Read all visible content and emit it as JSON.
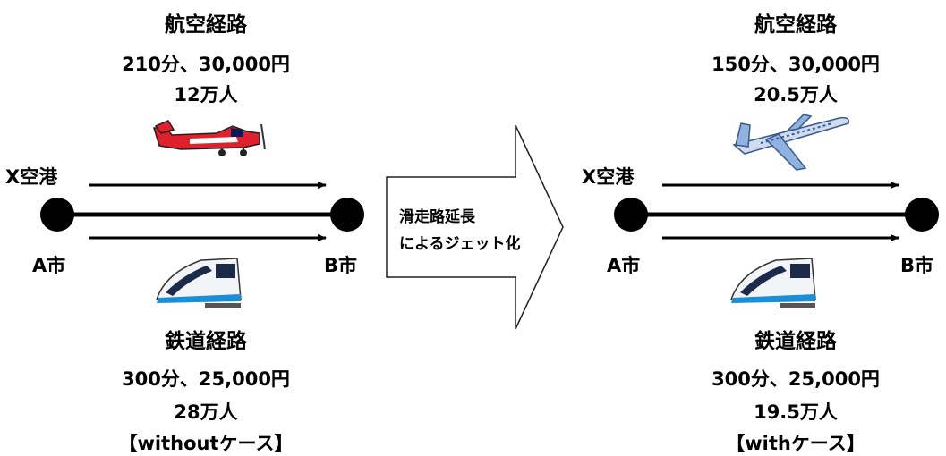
{
  "arrow_text": {
    "line1": "滑走路延長",
    "line2": "によるジェット化"
  },
  "without": {
    "air_title": "航空経路",
    "air_time_cost": "210分、30,000円",
    "air_passengers": "12万人",
    "rail_title": "鉄道経路",
    "rail_time_cost": "300分、25,000円",
    "rail_passengers": "28万人",
    "case_label": "【withoutケース】",
    "airport_label": "X空港",
    "city_a": "A市",
    "city_b": "B市",
    "aircraft_icon": "propeller-plane-icon",
    "train_icon": "bullet-train-icon"
  },
  "with": {
    "air_title": "航空経路",
    "air_time_cost": "150分、30,000円",
    "air_passengers": "20.5万人",
    "rail_title": "鉄道経路",
    "rail_time_cost": "300分、25,000円",
    "rail_passengers": "19.5万人",
    "case_label": "【withケース】",
    "airport_label": "X空港",
    "city_a": "A市",
    "city_b": "B市",
    "aircraft_icon": "jet-plane-icon",
    "train_icon": "bullet-train-icon"
  },
  "colors": {
    "propeller_plane": "#e0202a",
    "jet_plane": "#8fb2e0",
    "train_stripe": "#1a8ed8"
  }
}
